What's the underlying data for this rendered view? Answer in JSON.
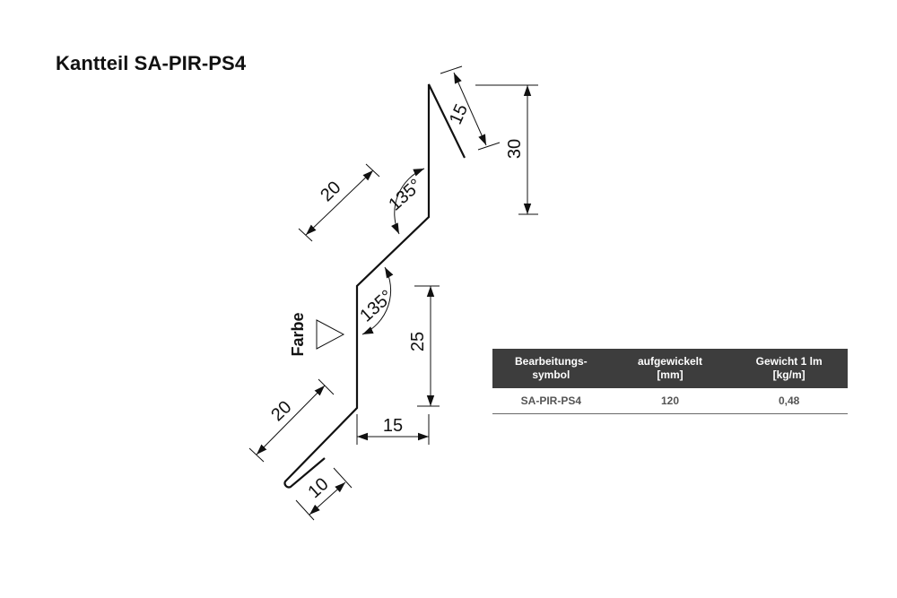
{
  "title": "Kantteil SA-PIR-PS4",
  "diagram": {
    "color_label": "Farbe",
    "dimensions": {
      "top_lip": "15",
      "top_height": "30",
      "upper_diagonal": "20",
      "upper_angle": "135°",
      "lower_angle": "135°",
      "vertical": "25",
      "lower_diagonal": "20",
      "offset": "15",
      "hem": "10"
    }
  },
  "table": {
    "headers": [
      [
        "Bearbeitungs-",
        "symbol"
      ],
      [
        "aufgewickelt",
        "[mm]"
      ],
      [
        "Gewicht 1 lm",
        "[kg/m]"
      ]
    ],
    "rows": [
      [
        "SA-PIR-PS4",
        "120",
        "0,48"
      ]
    ]
  }
}
